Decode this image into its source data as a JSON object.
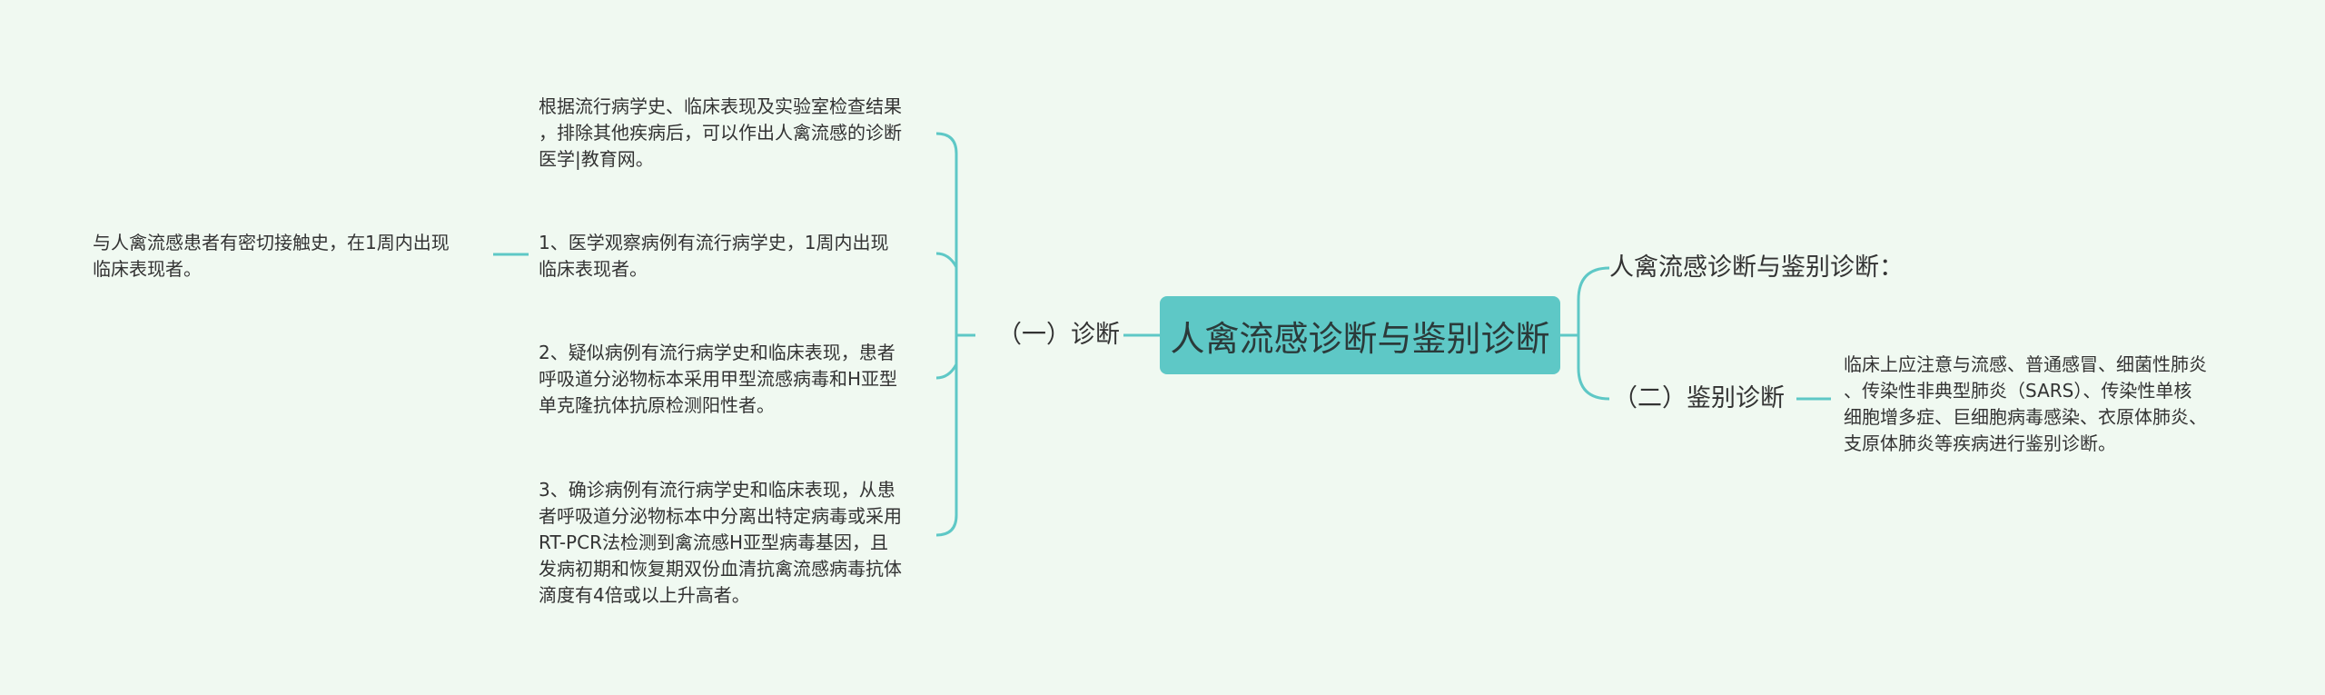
{
  "mindmap": {
    "root": "人禽流感诊断与鉴别诊断",
    "right": {
      "title_node": "人禽流感诊断与鉴别诊断：",
      "differential": {
        "label": "（二）鉴别诊断",
        "detail": "临床上应注意与流感、普通感冒、细菌性肺炎\n、传染性非典型肺炎（SARS）、传染性单核\n细胞增多症、巨细胞病毒感染、衣原体肺炎、\n支原体肺炎等疾病进行鉴别诊断。"
      }
    },
    "left": {
      "diagnosis": {
        "label": "（一）诊断",
        "items": [
          "根据流行病学史、临床表现及实验室检查结果\n，排除其他疾病后，可以作出人禽流感的诊断\n医学|教育网。",
          "1、医学观察病例有流行病学史，1周内出现\n临床表现者。",
          "2、疑似病例有流行病学史和临床表现，患者\n呼吸道分泌物标本采用甲型流感病毒和H亚型\n单克隆抗体抗原检测阳性者。",
          "3、确诊病例有流行病学史和临床表现，从患\n者呼吸道分泌物标本中分离出特定病毒或采用\nRT-PCR法检测到禽流感H亚型病毒基因，且\n发病初期和恢复期双份血清抗禽流感病毒抗体\n滴度有4倍或以上升高者。"
        ],
        "sub_detail": "与人禽流感患者有密切接触史，在1周内出现\n临床表现者。"
      }
    },
    "colors": {
      "background": "#f0f9f1",
      "root_fill": "#5ec8c6",
      "line": "#5ec8c6"
    }
  }
}
